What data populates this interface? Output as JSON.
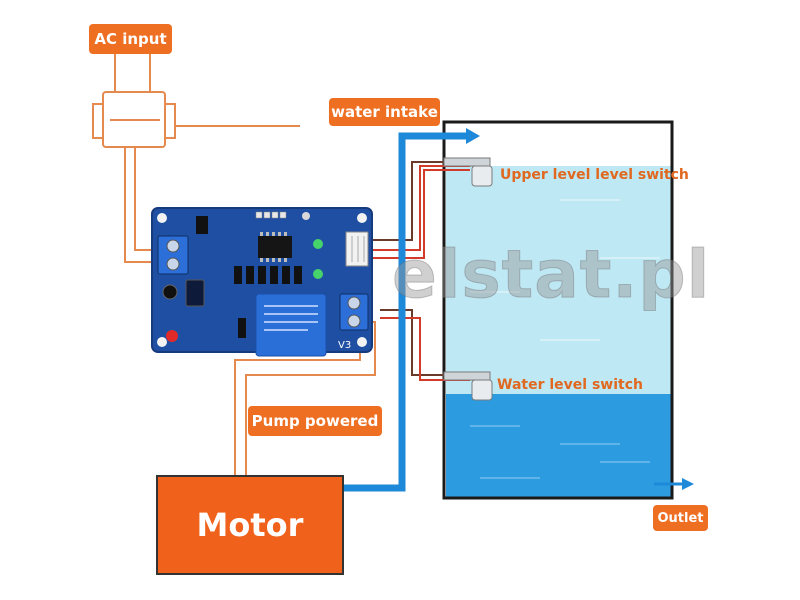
{
  "labels": {
    "ac_input": "AC input",
    "water_intake": "water intake",
    "pump_powered": "Pump powered",
    "outlet": "Outlet",
    "motor": "Motor",
    "upper_switch": "Upper level level switch",
    "lower_switch": "Water level switch",
    "board_version": "V3",
    "watermark": "elstat.pl"
  },
  "icons": {
    "ac_connector": "ac-plug-connector-icon",
    "control_board": "relay-control-board-icon",
    "relay": "relay-module-icon",
    "float_switch": "float-level-switch-icon"
  },
  "colors": {
    "label_bg": "#ee6f22",
    "wire": "#e58a4e",
    "pipe": "#1e88d9",
    "tank_upper_water": "#bfe8f5",
    "tank_lower_water": "#2c9be0",
    "board": "#1f4fa3",
    "relay": "#2a6fd8",
    "motor": "#f0621b"
  }
}
